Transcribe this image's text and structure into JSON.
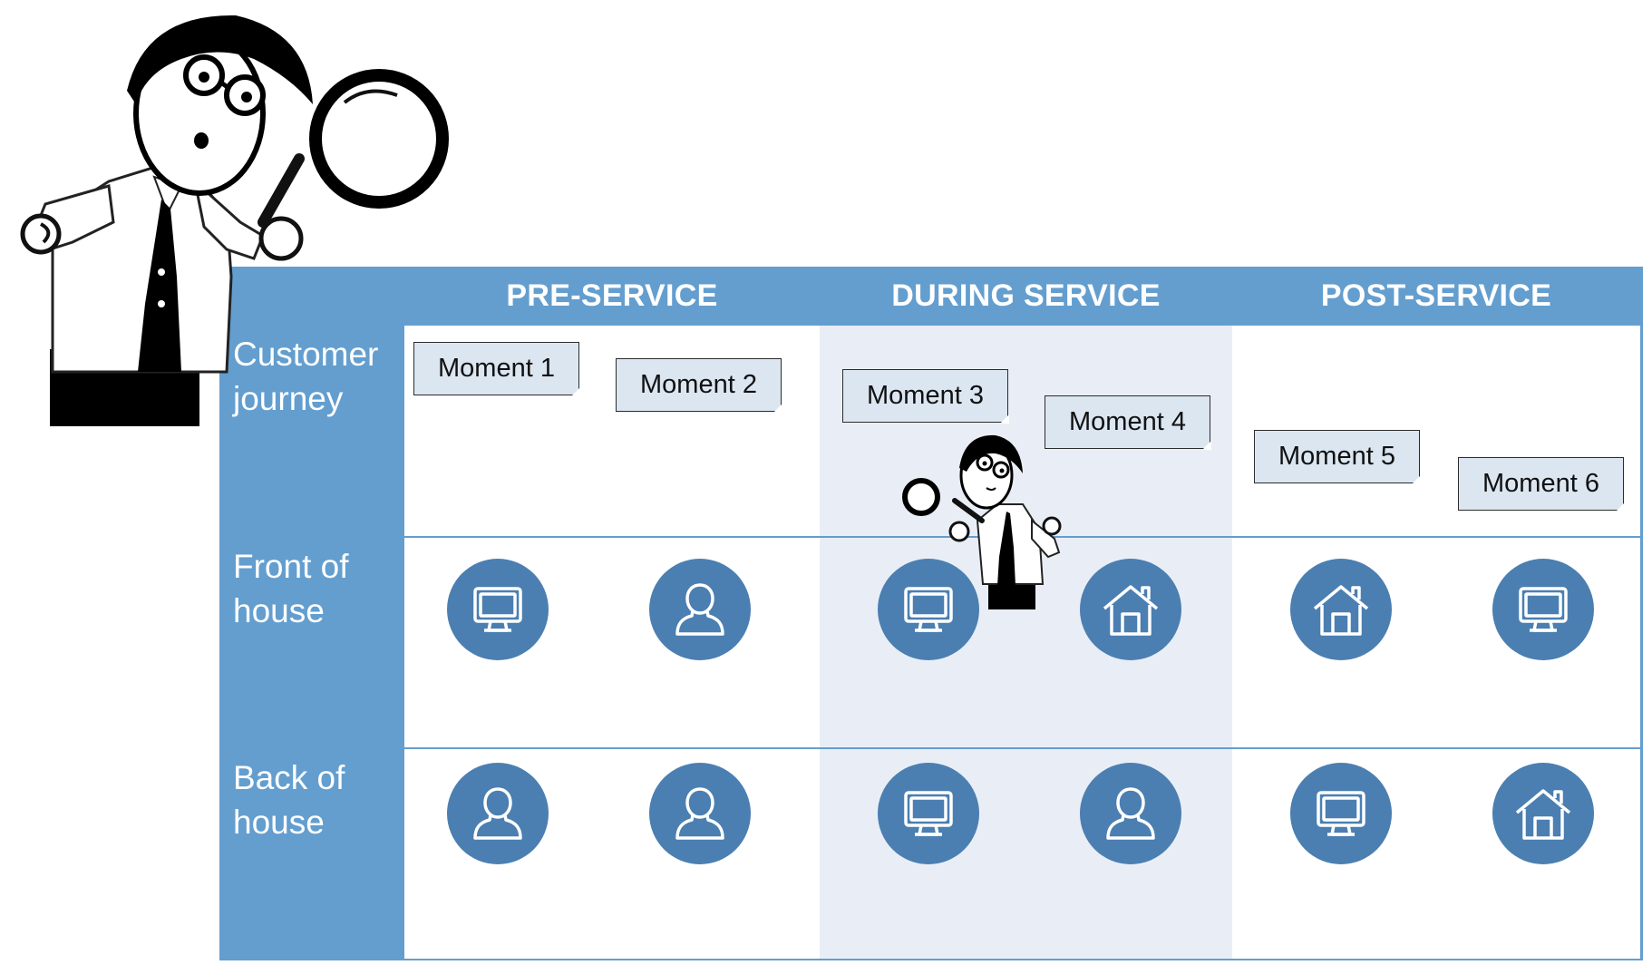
{
  "phases": [
    {
      "title": "PRE-SERVICE"
    },
    {
      "title": "DURING SERVICE"
    },
    {
      "title": "POST-SERVICE"
    }
  ],
  "rows": [
    {
      "label_line1": "Customer",
      "label_line2": "journey"
    },
    {
      "label_line1": "Front of",
      "label_line2": "house"
    },
    {
      "label_line1": "Back of",
      "label_line2": "house"
    }
  ],
  "moments": [
    {
      "label": "Moment 1"
    },
    {
      "label": "Moment 2"
    },
    {
      "label": "Moment 3"
    },
    {
      "label": "Moment 4"
    },
    {
      "label": "Moment 5"
    },
    {
      "label": "Moment 6"
    }
  ],
  "front_of_house_icons": [
    "computer-icon",
    "person-icon",
    "computer-icon",
    "house-icon",
    "house-icon",
    "computer-icon"
  ],
  "back_of_house_icons": [
    "person-icon",
    "person-icon",
    "computer-icon",
    "person-icon",
    "computer-icon",
    "house-icon"
  ],
  "colors": {
    "band": "#639ecf",
    "icon_circle": "#4b7fb1",
    "during_highlight": "#e9eef6",
    "note_fill": "#dbe6f1"
  }
}
